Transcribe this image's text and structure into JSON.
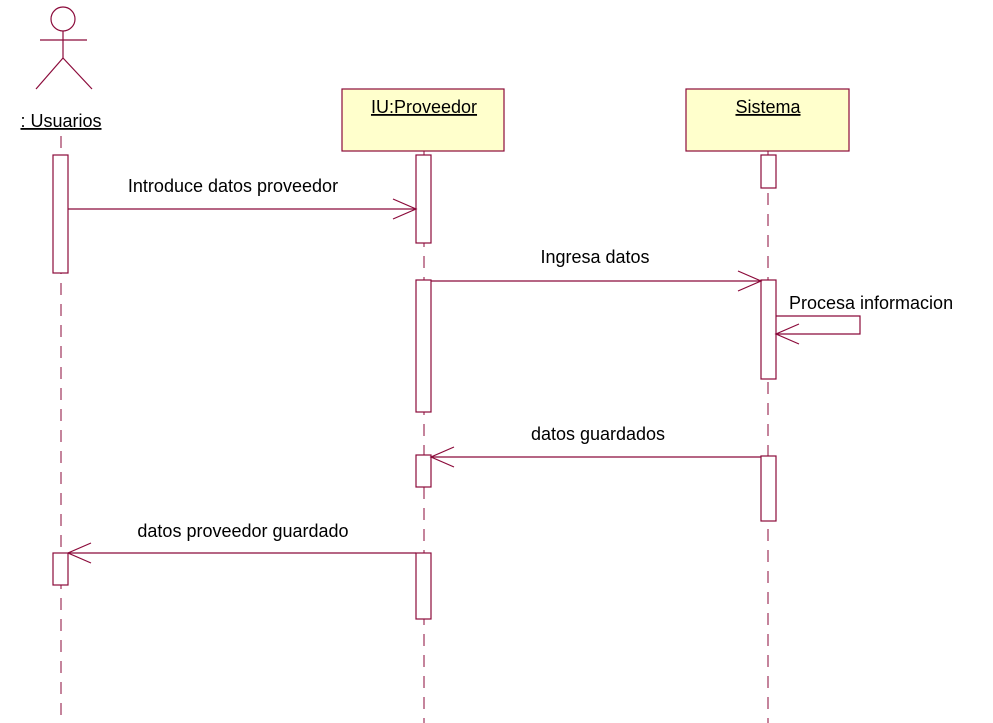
{
  "diagram": {
    "actor": {
      "label": ": Usuarios"
    },
    "objects": [
      {
        "label": "IU:Proveedor"
      },
      {
        "label": "Sistema"
      }
    ],
    "messages": [
      {
        "label": "Introduce datos proveedor",
        "from": ": Usuarios",
        "to": "IU:Proveedor"
      },
      {
        "label": "Ingresa datos",
        "from": "IU:Proveedor",
        "to": "Sistema"
      },
      {
        "label": "Procesa informacion",
        "from": "Sistema",
        "to": "Sistema"
      },
      {
        "label": "datos guardados",
        "from": "Sistema",
        "to": "IU:Proveedor"
      },
      {
        "label": "datos proveedor guardado",
        "from": "IU:Proveedor",
        "to": ": Usuarios"
      }
    ],
    "colors": {
      "line": "#8b0a3a",
      "object_fill": "#ffffcc",
      "object_border": "#8b0a3a",
      "text": "#000000"
    }
  }
}
